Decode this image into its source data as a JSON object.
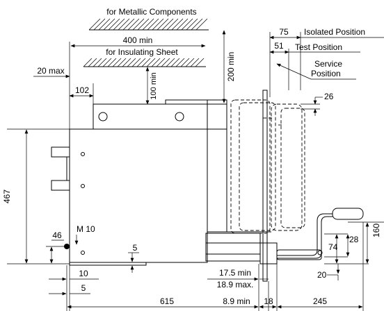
{
  "labels": {
    "metallic": "for Metallic Components",
    "insulating": "for Insulating Sheet",
    "isolated": "Isolated Position",
    "test": "Test Position",
    "service_line1": "Service",
    "service_line2": "Position",
    "m10": "M 10"
  },
  "dims": {
    "d400": "400 min",
    "d20max": "20 max",
    "d102": "102",
    "d100": "100 min",
    "d200": "200 min",
    "d75": "75",
    "d51": "51",
    "d26": "26",
    "d467": "467",
    "d46": "46",
    "d5a": "5",
    "d10": "10",
    "d5b": "5",
    "d615": "615",
    "d175": "17.5 min",
    "d189": "18.9 max.",
    "d89": "8.9 min",
    "d18": "18",
    "d245": "245",
    "d74": "74",
    "d28": "28",
    "d160": "160",
    "d20": "20"
  }
}
